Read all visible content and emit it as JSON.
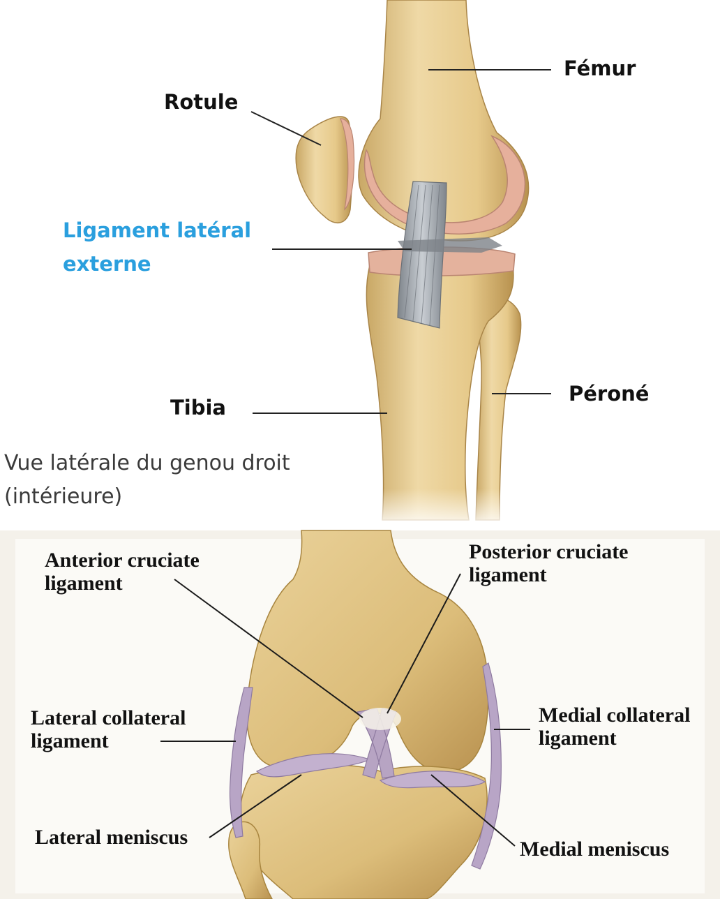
{
  "top_panel": {
    "labels": {
      "femur": "Fémur",
      "rotule": "Rotule",
      "ligament_lateral_externe": [
        "Ligament latéral",
        "externe"
      ],
      "tibia": "Tibia",
      "perone": "Péroné"
    },
    "caption": [
      "Vue latérale du genou droit",
      "(intérieure)"
    ],
    "colors": {
      "bone": "#e8cd8e",
      "cartilage": "#e2aa94",
      "ligament": "#9aa0a6",
      "label_accent": "#2a9fde"
    }
  },
  "bottom_panel": {
    "labels": {
      "anterior_cruciate": [
        "Anterior cruciate",
        "ligament"
      ],
      "posterior_cruciate": [
        "Posterior cruciate",
        "ligament"
      ],
      "lateral_collateral": [
        "Lateral collateral",
        "ligament"
      ],
      "medial_collateral": [
        "Medial collateral",
        "ligament"
      ],
      "lateral_meniscus": "Lateral meniscus",
      "medial_meniscus": "Medial meniscus"
    },
    "colors": {
      "bone": "#dfc07e",
      "ligament": "#b3a2bf",
      "background": "#f4f1ea"
    }
  }
}
